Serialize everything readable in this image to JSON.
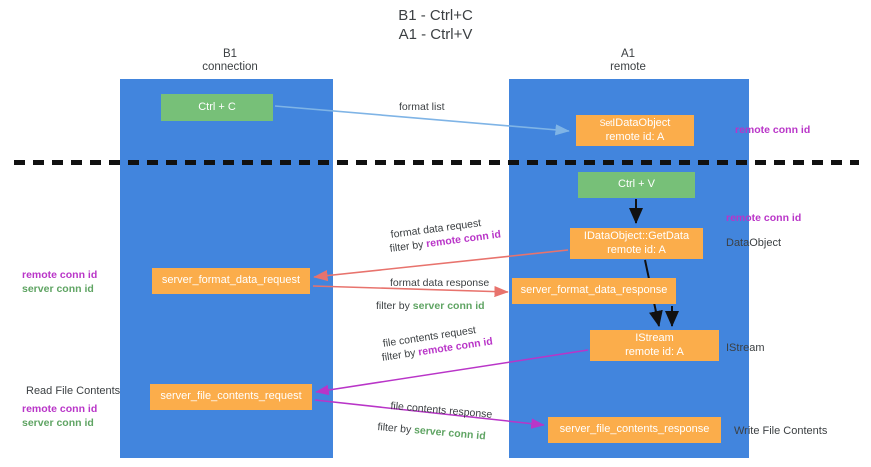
{
  "title": "B1 - Ctrl+C\nA1 - Ctrl+V",
  "title_line1": "B1 - Ctrl+C",
  "title_line2": "A1 - Ctrl+V",
  "columns": [
    {
      "name": "B1",
      "sub": "connection"
    },
    {
      "name": "A1",
      "sub": "remote"
    }
  ],
  "colors": {
    "lane": "#4285dd",
    "green_box": "#77c078",
    "orange_box": "#fbad4b",
    "remote_conn_id": "#b935c8",
    "server_conn_id": "#5fa463",
    "red_arrow": "#e8736d",
    "blue_arrow": "#7fb4e6",
    "purple_arrow": "#b935c8",
    "black_arrow": "#111111"
  },
  "boxes": {
    "ctrl_c": {
      "line1": "Ctrl + C"
    },
    "idataobject": {
      "prefix": "Set",
      "line1": "IDataObject",
      "line2": "remote id: A"
    },
    "ctrl_v": {
      "line1": "Ctrl + V"
    },
    "getdata": {
      "line1": "IDataObject::GetData",
      "line2": "remote id: A"
    },
    "server_format_data_request": {
      "line1": "server_format_data_request"
    },
    "server_format_data_response": {
      "line1": "server_format_data_response"
    },
    "istream": {
      "line1": "IStream",
      "line2": "remote id: A"
    },
    "server_file_contents_request": {
      "line1": "server_file_contents_request"
    },
    "server_file_contents_response": {
      "line1": "server_file_contents_response"
    }
  },
  "edge_labels": {
    "format_list": "format list",
    "format_data_request": "format data request",
    "format_data_request_filter_pre": "filter by ",
    "format_data_request_filter_key": "remote conn id",
    "format_data_response": "format data response",
    "format_data_response_filter_pre": "filter by ",
    "format_data_response_filter_key": "server conn id",
    "file_contents_request": "file contents request",
    "file_contents_request_filter_pre": "filter by ",
    "file_contents_request_filter_key": "remote conn id",
    "file_contents_response": "file contents response",
    "file_contents_response_filter_pre": "filter by ",
    "file_contents_response_filter_key": "server conn id"
  },
  "annotations": {
    "right_remote_conn_id_top": "remote conn id",
    "right_remote_conn_id_mid": "remote conn id",
    "right_dataobject": "DataObject",
    "right_istream": "IStream",
    "right_write_file_contents": "Write File Contents",
    "left_remote_conn_id_1": "remote conn id",
    "left_server_conn_id_1": "server conn id",
    "left_read_file_contents": "Read File Contents",
    "left_remote_conn_id_2": "remote conn id",
    "left_server_conn_id_2": "server conn id"
  }
}
